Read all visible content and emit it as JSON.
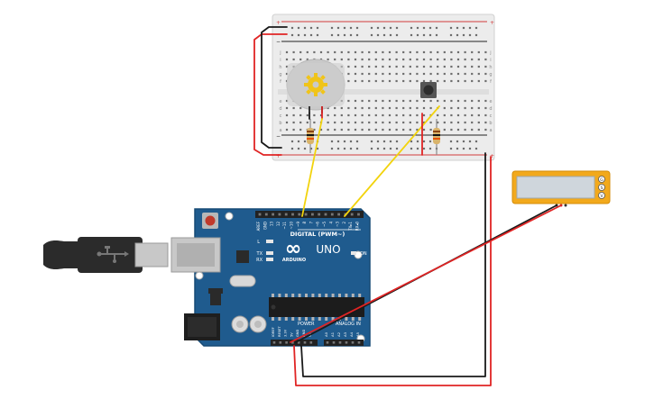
{
  "canvas": {
    "background": "#ffffff"
  },
  "colors": {
    "wire_red": "#e02424",
    "wire_black": "#1a1a1a",
    "wire_yellow": "#f2d30c",
    "board_blue": "#1f5b8e",
    "board_dark": "#174a75",
    "breadboard": "#ececec",
    "rail_red": "#d23b3b",
    "rail_black": "#222222",
    "resistor_body": "#d9b36a",
    "lcd_frame": "#f2a91c",
    "lcd_screen": "#cfd6dc",
    "motor_body": "#c9c9c9",
    "motor_gear": "#f0c419",
    "usb_cable": "#2b2b2b",
    "usb_plug": "#c8c8c8"
  },
  "breadboard": {
    "row_letters": [
      "j",
      "i",
      "h",
      "g",
      "f",
      "e",
      "d",
      "c",
      "b",
      "a"
    ],
    "rail_plus": "+",
    "rail_minus": "−"
  },
  "arduino": {
    "brand_text": "ARDUINO",
    "model_text": "UNO",
    "logo_symbol": "∞",
    "digital_label": "DIGITAL (PWM~)",
    "power_label": "POWER",
    "analog_label": "ANALOG IN",
    "on_label": "ON",
    "led_labels": [
      "L",
      "TX",
      "RX"
    ],
    "digital_pins": [
      "AREF",
      "GND",
      "13",
      "12",
      "~11",
      "~10",
      "~9",
      "8",
      "7",
      "~6",
      "~5",
      "4",
      "~3",
      "2",
      "TX▸1",
      "RX◂0"
    ],
    "power_pins": [
      "IOREF",
      "RESET",
      "3.3V",
      "5V",
      "GND",
      "GND",
      "Vin"
    ],
    "analog_pins": [
      "A0",
      "A1",
      "A2",
      "A3",
      "A4",
      "A5"
    ]
  },
  "lcd": {
    "pin_labels": [
      "G",
      "S",
      "V"
    ]
  },
  "icons": {
    "motor": "dc-motor-icon",
    "button": "pushbutton-icon",
    "resistor": "resistor-icon",
    "usb": "usb-cable-icon",
    "lcd": "lcd-display-icon"
  }
}
